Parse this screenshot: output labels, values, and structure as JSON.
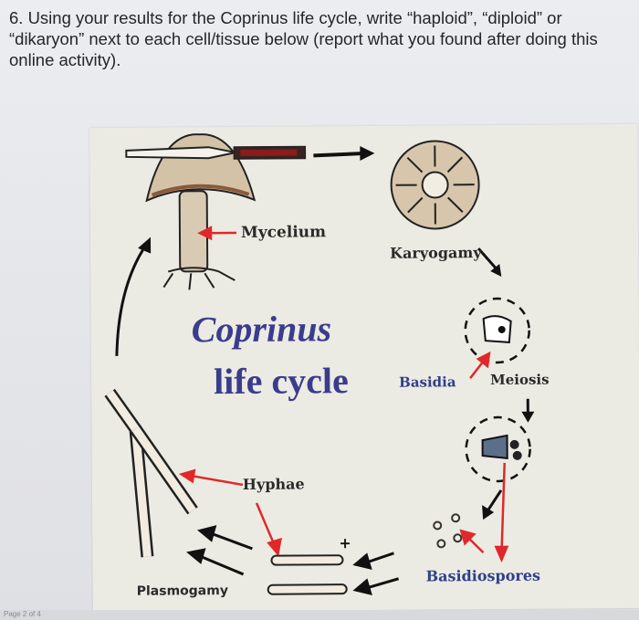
{
  "question": {
    "text": "6. Using your results for the Coprinus life cycle, write “haploid”, “diploid” or “dikaryon” next to each cell/tissue below (report what you found after doing this online activity)."
  },
  "diagram": {
    "title_line1": "Coprinus",
    "title_line2": "life cycle",
    "labels": {
      "mycelium": "Mycelium",
      "karyogamy": "Karyogamy",
      "basidia": "Basidia",
      "meiosis": "Meiosis",
      "hyphae": "Hyphae",
      "basidiospores": "Basidiospores",
      "plasmogamy": "Plasmogamy"
    },
    "colors": {
      "title": "#3b3c8e",
      "pointer": "#e0282a",
      "background": "#ecebe3"
    }
  },
  "footer": {
    "text": "Page 2 of 4"
  }
}
